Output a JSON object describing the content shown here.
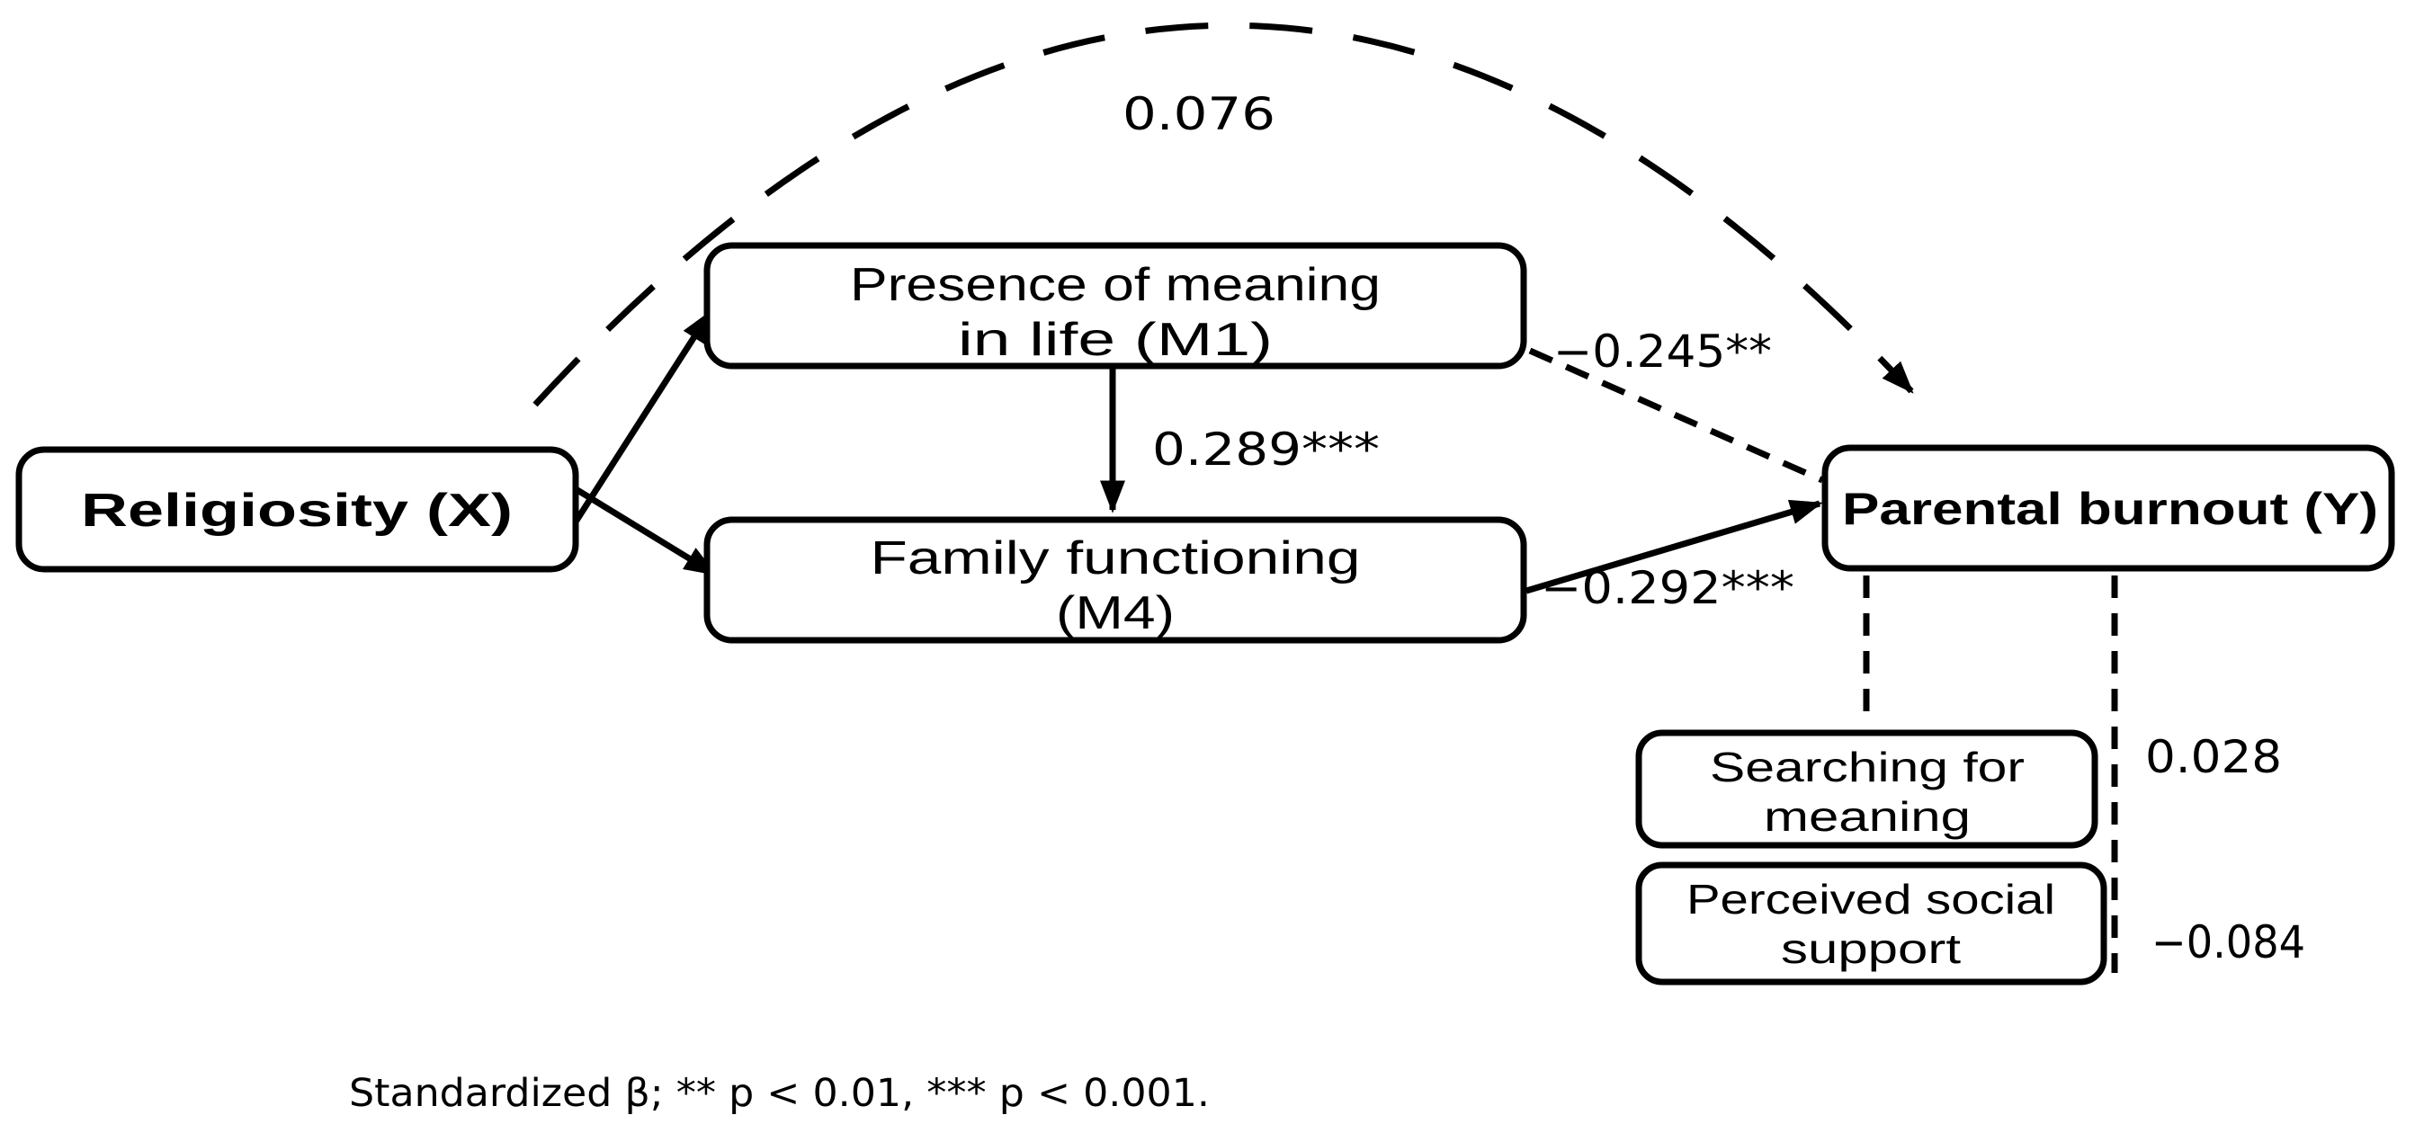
{
  "colors": {
    "background": "#ffffff",
    "ink": "#000000"
  },
  "nodes": {
    "religiosity": {
      "label": "Religiosity (X)"
    },
    "presence_of_meaning": {
      "line1": "Presence of meaning",
      "line2": "in life (M1)"
    },
    "family_functioning": {
      "line1": "Family functioning",
      "line2": "(M4)"
    },
    "parental_burnout": {
      "label": "Parental burnout (Y)"
    },
    "searching_for_meaning": {
      "line1": "Searching for",
      "line2": "meaning"
    },
    "perceived_social_support": {
      "line1": "Perceived social",
      "line2": "support"
    }
  },
  "coefficients": {
    "x_to_y_direct": "0.076",
    "m1_to_m4": "0.289***",
    "m1_to_y": "−0.245**",
    "m4_to_y": "−0.292***",
    "searching_to_y": "0.028",
    "support_to_y": "−0.084"
  },
  "note": "Standardized β; ** p < 0.01, *** p < 0.001."
}
